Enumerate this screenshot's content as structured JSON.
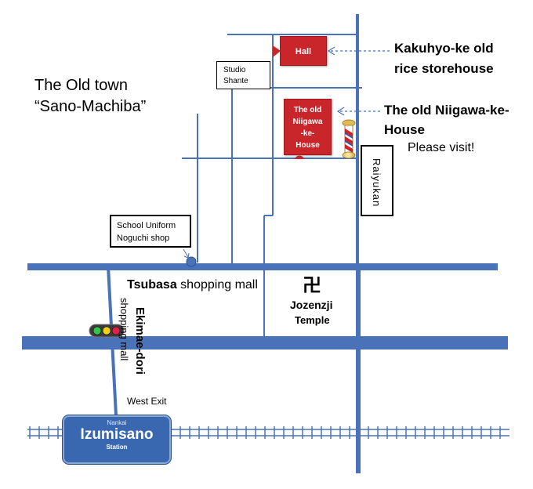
{
  "title": {
    "line1": "The Old town",
    "line2": "“Sano-Machiba”"
  },
  "places": {
    "hall": "Hall",
    "niigawa_box": [
      "The old",
      "Niigawa",
      "-ke-",
      "House"
    ],
    "studio": [
      "Studio",
      "Shante"
    ],
    "raiyukan": "Raiyukan",
    "school_uniform": [
      "School Uniform",
      "Noguchi shop"
    ]
  },
  "callouts": {
    "kakuhyo": [
      "Kakuhyo-ke old",
      "rice storehouse"
    ],
    "niigawa": [
      "The old Niigawa-ke-",
      "House"
    ],
    "please_visit": "Please visit!"
  },
  "streets": {
    "tsubasa_bold": "Tsubasa",
    "tsubasa_rest": " shopping mall",
    "ekimae_bold": "Ekimae-dori",
    "ekimae_rest": "shopping mall",
    "west_exit": "West Exit"
  },
  "temple": {
    "symbol": "卍",
    "name1": "Jozenzji",
    "name2": "Temple"
  },
  "station": {
    "line": "Nankai",
    "name": "Izumisano",
    "sub": "Station"
  },
  "colors": {
    "road": "#4a72b9",
    "building": "#c8262b",
    "station": "#3a68b0"
  },
  "icons": [
    "barber-pole-icon",
    "traffic-light-icon",
    "pin-icon",
    "arrow-icon"
  ]
}
